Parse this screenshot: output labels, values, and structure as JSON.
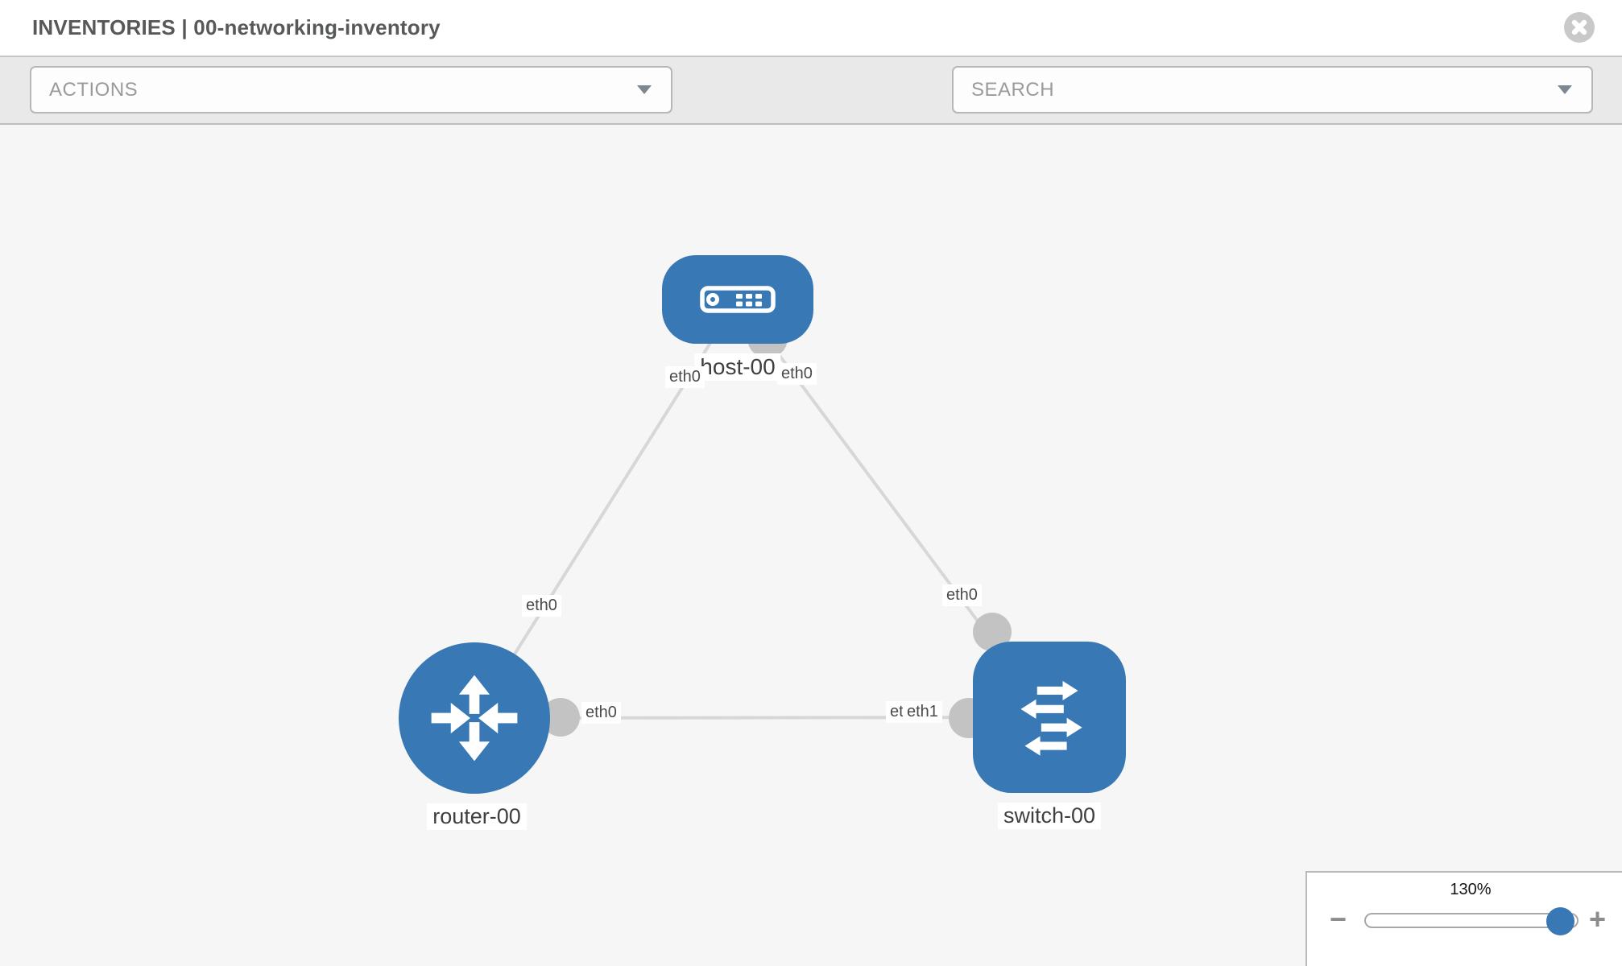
{
  "header": {
    "title": "INVENTORIES | 00-networking-inventory"
  },
  "toolbar": {
    "actions_label": "ACTIONS",
    "search_label": "SEARCH"
  },
  "canvas": {
    "nodes": [
      {
        "id": "host-00",
        "type": "host",
        "label": "host-00"
      },
      {
        "id": "router-00",
        "type": "router",
        "label": "router-00"
      },
      {
        "id": "switch-00",
        "type": "switch",
        "label": "switch-00"
      }
    ],
    "links": [
      {
        "from": "router-00",
        "to": "host-00"
      },
      {
        "from": "router-00",
        "to": "switch-00"
      },
      {
        "from": "host-00",
        "to": "switch-00"
      }
    ],
    "port_labels": [
      {
        "text": "eth0",
        "node": "host-00"
      },
      {
        "text": "eth0",
        "node": "host-00"
      },
      {
        "text": "eth0",
        "node": "router-00"
      },
      {
        "text": "eth0",
        "node": "router-00"
      },
      {
        "text": "eth0",
        "node": "switch-00"
      },
      {
        "text": "eth1",
        "node": "switch-00"
      },
      {
        "text": "eth0",
        "node": "switch-00"
      }
    ]
  },
  "zoom_control": {
    "value": "130%",
    "minus_label": "−",
    "plus_label": "+"
  },
  "colors": {
    "node_blue": "#3879b5",
    "link_gray": "#d7d7d7",
    "interface_gray": "#c3c3c3",
    "toolbar_bg": "#e9e9e9",
    "canvas_bg": "#f6f6f6",
    "icon_gray": "#6d7380"
  },
  "icons": [
    "close-icon",
    "wrench-icon",
    "key-icon",
    "chevron-down-icon",
    "host-icon",
    "router-icon",
    "switch-icon"
  ]
}
